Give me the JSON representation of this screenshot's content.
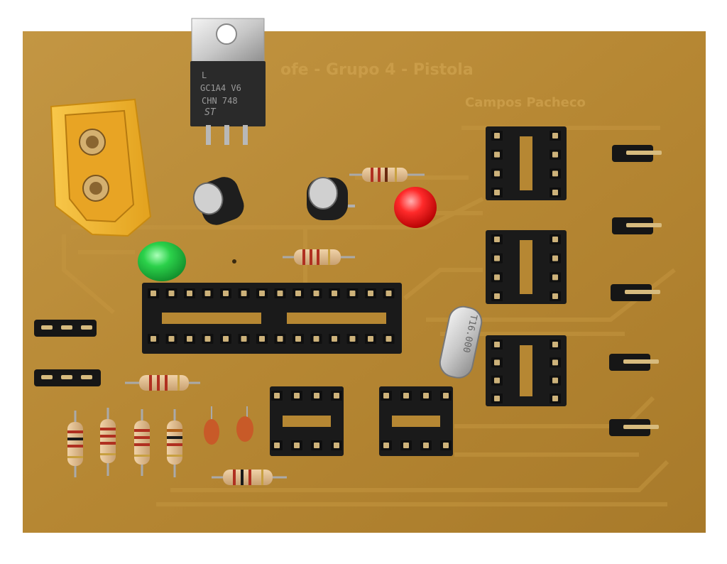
{
  "board": {
    "silkscreen_line1": "ofe - Grupo 4 - Pistola",
    "silkscreen_line2": "Campos Pacheco",
    "board_color": "#b88a36",
    "trace_color": "#c99a44"
  },
  "regulator": {
    "line1": "L",
    "line2": "GC1A4 V6",
    "line3": "CHN 748",
    "logo": "ST"
  },
  "crystal": {
    "marking": "T16.000"
  },
  "leds": {
    "green": "#2bd14a",
    "red": "#ff2020"
  },
  "icons": [
    "xt60-connector-icon",
    "voltage-regulator-icon",
    "capacitor-icon",
    "led-icon",
    "resistor-icon",
    "ic-socket-icon",
    "pin-header-icon",
    "crystal-oscillator-icon",
    "ceramic-capacitor-icon"
  ]
}
